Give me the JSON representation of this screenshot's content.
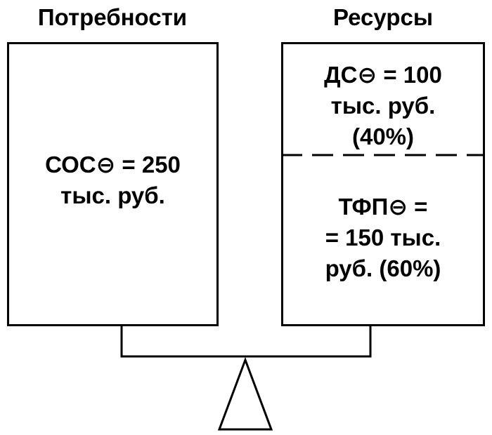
{
  "headings": {
    "needs": "Потребности",
    "resources": "Ресурсы"
  },
  "needs_box": {
    "lines": [
      "СОС⊖ = 250",
      "тыс. руб."
    ]
  },
  "resources_box": {
    "cash": {
      "lines": [
        "ДС⊖ = 100",
        "тыс. руб.",
        "(40%)"
      ],
      "share_percent": 40
    },
    "tfp": {
      "lines": [
        "ТФП⊖  =",
        "= 150 тыс.",
        "руб. (60%)"
      ],
      "share_percent": 60
    }
  }
}
